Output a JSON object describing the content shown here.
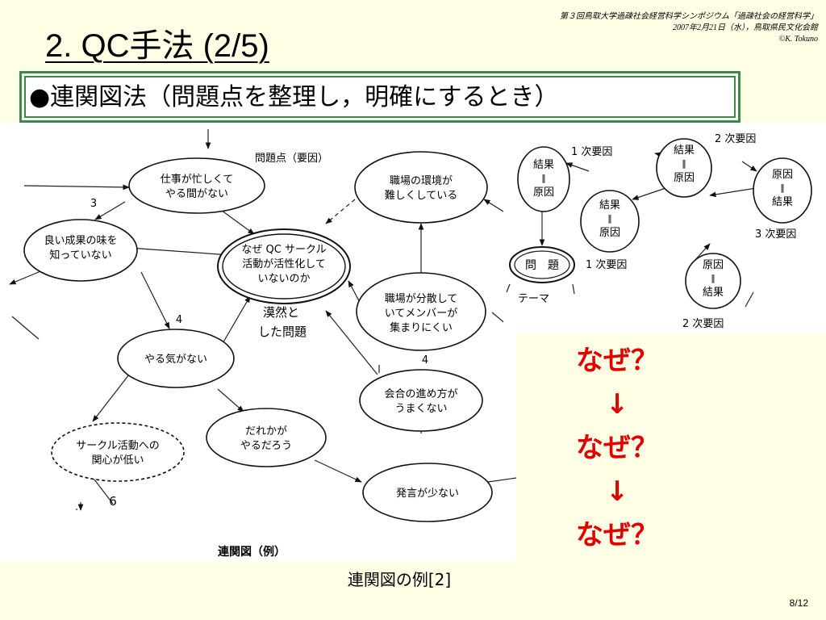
{
  "slide": {
    "title": "2. QC手法 (2/5)",
    "subtitle": "●連関図法（問題点を整理し，明確にするとき）",
    "header_lines": [
      "第３回鳥取大学過疎社会経営科学シンポジウム「過疎社会の経営科学」",
      "2007年2月21日（水），鳥取県民文化会館",
      "©K. Tokuno"
    ],
    "caption": "連関図の例[2]",
    "page_number": "8/12"
  },
  "diagram_example": {
    "heading": "問題点（要因）",
    "footer": "連関図（例）",
    "center_node": [
      "なぜ QC サークル",
      "活動が活性化して",
      "いないのか"
    ],
    "center_label": [
      "漠然と",
      "した問題"
    ],
    "nodes": {
      "work_busy": [
        "仕事が忙しくて",
        "やる間がない"
      ],
      "env_hard": [
        "職場の環境が",
        "難しくしている"
      ],
      "good_results": [
        "良い成果の味を",
        "知っていない"
      ],
      "scattered": [
        "職場が分散して",
        "いてメンバーが",
        "集まりにくい"
      ],
      "no_motivation": [
        "やる気がない"
      ],
      "meeting": [
        "会合の進め方が",
        "うまくない"
      ],
      "someone": [
        "だれかが",
        "やるだろう"
      ],
      "low_interest": [
        "サークル活動への",
        "関心が低い"
      ],
      "few_remarks": [
        "発言が少ない"
      ]
    },
    "numbers": [
      "3",
      "4",
      "4",
      "6"
    ]
  },
  "diagram_structure": {
    "theme_node": "問　題",
    "theme_label": "テーマ",
    "result_cause": [
      "結果",
      "‖",
      "原因"
    ],
    "cause_result": [
      "原因",
      "‖",
      "結果"
    ],
    "primary_factor": "1 次要因",
    "secondary_factor": "2 次要因",
    "tertiary_factor": "3 次要因"
  },
  "why_chain": [
    "なぜ？",
    "↓",
    "なぜ？",
    "↓",
    "なぜ？"
  ]
}
